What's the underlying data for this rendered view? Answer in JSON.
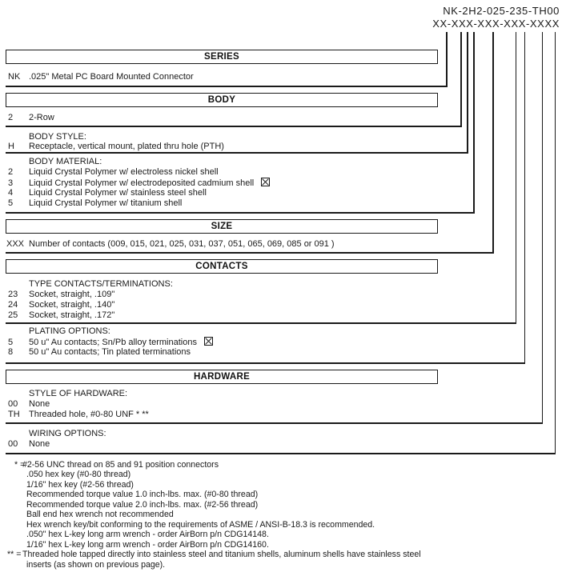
{
  "part_number": {
    "line1": "NK-2H2-025-235-TH00",
    "line2": "XX-XXX-XXX-XXX-XXXX"
  },
  "series": {
    "title": "SERIES",
    "rows": [
      {
        "code": "NK",
        "desc": ".025\" Metal PC Board Mounted Connector"
      }
    ]
  },
  "body": {
    "title": "BODY",
    "rows": [
      {
        "code": "2",
        "desc": "2-Row"
      }
    ],
    "style": {
      "label": "BODY STYLE:",
      "rows": [
        {
          "code": "H",
          "desc": "Receptacle, vertical mount, plated thru hole (PTH)"
        }
      ]
    },
    "material": {
      "label": "BODY MATERIAL:",
      "rows": [
        {
          "code": "2",
          "desc": "Liquid Crystal Polymer w/ electroless nickel shell"
        },
        {
          "code": "3",
          "desc": "Liquid Crystal Polymer w/ electrodeposited cadmium shell",
          "flag": "boxed-x"
        },
        {
          "code": "4",
          "desc": "Liquid Crystal Polymer w/ stainless steel shell"
        },
        {
          "code": "5",
          "desc": "Liquid Crystal Polymer w/ titanium shell"
        }
      ]
    }
  },
  "size": {
    "title": "SIZE",
    "rows": [
      {
        "code": "XXX",
        "desc": "Number of contacts (009, 015, 021, 025, 031, 037, 051, 065, 069, 085 or 091 )"
      }
    ]
  },
  "contacts": {
    "title": "CONTACTS",
    "type": {
      "label": "TYPE CONTACTS/TERMINATIONS:",
      "rows": [
        {
          "code": "23",
          "desc": "Socket, straight, .109\""
        },
        {
          "code": "24",
          "desc": "Socket, straight, .140\""
        },
        {
          "code": "25",
          "desc": "Socket, straight, .172\""
        }
      ]
    },
    "plating": {
      "label": "PLATING OPTIONS:",
      "rows": [
        {
          "code": "5",
          "desc": "50 u\" Au contacts; Sn/Pb alloy terminations",
          "flag": "boxed-x"
        },
        {
          "code": "8",
          "desc": "50 u\" Au contacts; Tin plated terminations"
        }
      ]
    }
  },
  "hardware": {
    "title": "HARDWARE",
    "style": {
      "label": "STYLE OF HARDWARE:",
      "rows": [
        {
          "code": "00",
          "desc": "None"
        },
        {
          "code": "TH",
          "desc": "Threaded hole, #0-80 UNF * **"
        }
      ]
    },
    "wiring": {
      "label": "WIRING OPTIONS:",
      "rows": [
        {
          "code": "00",
          "desc": "None"
        }
      ]
    }
  },
  "footnotes": [
    {
      "marker": "* =",
      "text": "#2-56 UNC thread on 85 and 91 position connectors"
    },
    {
      "text": ".050 hex key (#0-80 thread)"
    },
    {
      "text": "1/16\" hex key (#2-56 thread)"
    },
    {
      "text": "Recommended torque value 1.0 inch-lbs. max. (#0-80 thread)"
    },
    {
      "text": "Recommended torque value 2.0 inch-lbs. max. (#2-56 thread)"
    },
    {
      "text": "Ball end hex wrench not recommended"
    },
    {
      "text": "Hex wrench key/bit conforming to the requirements of ASME / ANSI-B-18.3 is recommended."
    },
    {
      "text": ".050\" hex L-key long arm wrench - order AirBorn p/n CDG14148."
    },
    {
      "text": "1/16\" hex L-key long arm wrench - order AirBorn p/n CDG14160."
    },
    {
      "marker": "** =",
      "text": "Threaded hole tapped directly into stainless steel and titanium shells, aluminum shells have stainless steel"
    },
    {
      "text": "inserts (as shown on previous page)."
    }
  ],
  "colors": {
    "ink": "#1a1a1a",
    "background": "#ffffff"
  }
}
